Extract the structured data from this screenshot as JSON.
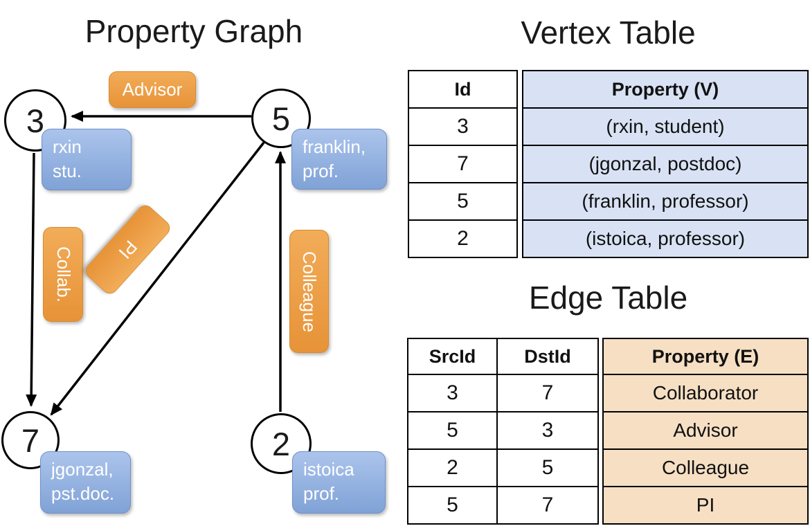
{
  "graph": {
    "title": "Property Graph",
    "vertices": [
      {
        "id": "3",
        "label_line1": "rxin",
        "label_line2": "stu."
      },
      {
        "id": "5",
        "label_line1": "franklin,",
        "label_line2": "prof."
      },
      {
        "id": "7",
        "label_line1": "jgonzal,",
        "label_line2": "pst.doc."
      },
      {
        "id": "2",
        "label_line1": "istoica",
        "label_line2": "prof."
      }
    ],
    "edge_labels": {
      "advisor": "Advisor",
      "collab": "Collab.",
      "pi": "PI",
      "colleague": "Colleague"
    }
  },
  "vertex_table": {
    "title": "Vertex Table",
    "columns": [
      "Id",
      "Property (V)"
    ],
    "rows": [
      [
        "3",
        "(rxin, student)"
      ],
      [
        "7",
        "(jgonzal, postdoc)"
      ],
      [
        "5",
        "(franklin, professor)"
      ],
      [
        "2",
        "(istoica, professor)"
      ]
    ]
  },
  "edge_table": {
    "title": "Edge Table",
    "columns": [
      "SrcId",
      "DstId",
      "Property (E)"
    ],
    "rows": [
      [
        "3",
        "7",
        "Collaborator"
      ],
      [
        "5",
        "3",
        "Advisor"
      ],
      [
        "2",
        "5",
        "Colleague"
      ],
      [
        "5",
        "7",
        "PI"
      ]
    ]
  },
  "colors": {
    "edge_label_fill_top": "#f2ac58",
    "edge_label_fill_bottom": "#e79338",
    "vertex_label_fill_top": "#abc4ec",
    "vertex_label_fill_bottom": "#80a2d6",
    "vertex_table_fill": "#d8e2f4",
    "edge_table_fill": "#f6dfc3",
    "line_color": "#000000"
  }
}
